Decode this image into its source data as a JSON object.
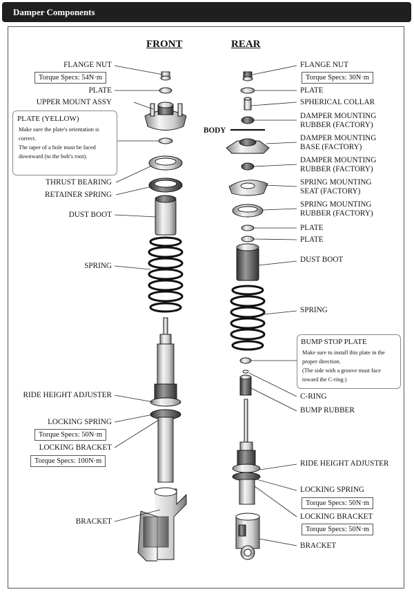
{
  "header": {
    "title": "Damper Components"
  },
  "columns": {
    "front": "FRONT",
    "rear": "REAR"
  },
  "front": {
    "flange_nut": "FLANGE NUT",
    "flange_nut_torque": "Torque Specs: 54N·m",
    "plate": "PLATE",
    "upper_mount": "UPPER MOUNT ASSY",
    "plate_yellow": {
      "title": "PLATE (YELLOW)",
      "text": "Make sure the plate's orientation is\ncorrect.\nThe taper of a hole must be faced\ndownward (to the bolt's root)."
    },
    "thrust_bearing": "THRUST BEARING",
    "retainer_spring": "RETAINER SPRING",
    "dust_boot": "DUST BOOT",
    "spring": "SPRING",
    "ride_height_adjuster": "RIDE HEIGHT ADJUSTER",
    "locking_spring": "LOCKING SPRING",
    "locking_spring_torque": "Torque Specs: 50N·m",
    "locking_bracket": "LOCKING BRACKET",
    "locking_bracket_torque": "Torque Specs: 100N·m",
    "bracket": "BRACKET"
  },
  "rear": {
    "body": "BODY",
    "flange_nut": "FLANGE NUT",
    "flange_nut_torque": "Torque Specs: 30N·m",
    "plate": "PLATE",
    "spherical_collar": "SPHERICAL COLLAR",
    "damper_mounting_rubber_1": "DAMPER MOUNTING\nRUBBER (FACTORY)",
    "damper_mounting_base": "DAMPER MOUNTING\nBASE (FACTORY)",
    "damper_mounting_rubber_2": "DAMPER MOUNTING\nRUBBER (FACTORY)",
    "spring_mounting_seat": "SPRING MOUNTING\nSEAT (FACTORY)",
    "spring_mounting_rubber": "SPRING MOUNTING\nRUBBER (FACTORY)",
    "plate_a": "PLATE",
    "plate_b": "PLATE",
    "dust_boot": "DUST BOOT",
    "spring": "SPRING",
    "bump_stop_plate": {
      "title": "BUMP STOP PLATE",
      "text": "Make sure to install this plate in the\nproper direction.\n(The side with a groove must face\n toward the C-ring.)"
    },
    "c_ring": "C-RING",
    "bump_rubber": "BUMP RUBBER",
    "ride_height_adjuster": "RIDE HEIGHT ADJUSTER",
    "locking_spring": "LOCKING SPRING",
    "locking_spring_torque": "Torque Specs: 50N·m",
    "locking_bracket": "LOCKING BRACKET",
    "locking_bracket_torque": "Torque Specs: 50N·m",
    "bracket": "BRACKET"
  }
}
